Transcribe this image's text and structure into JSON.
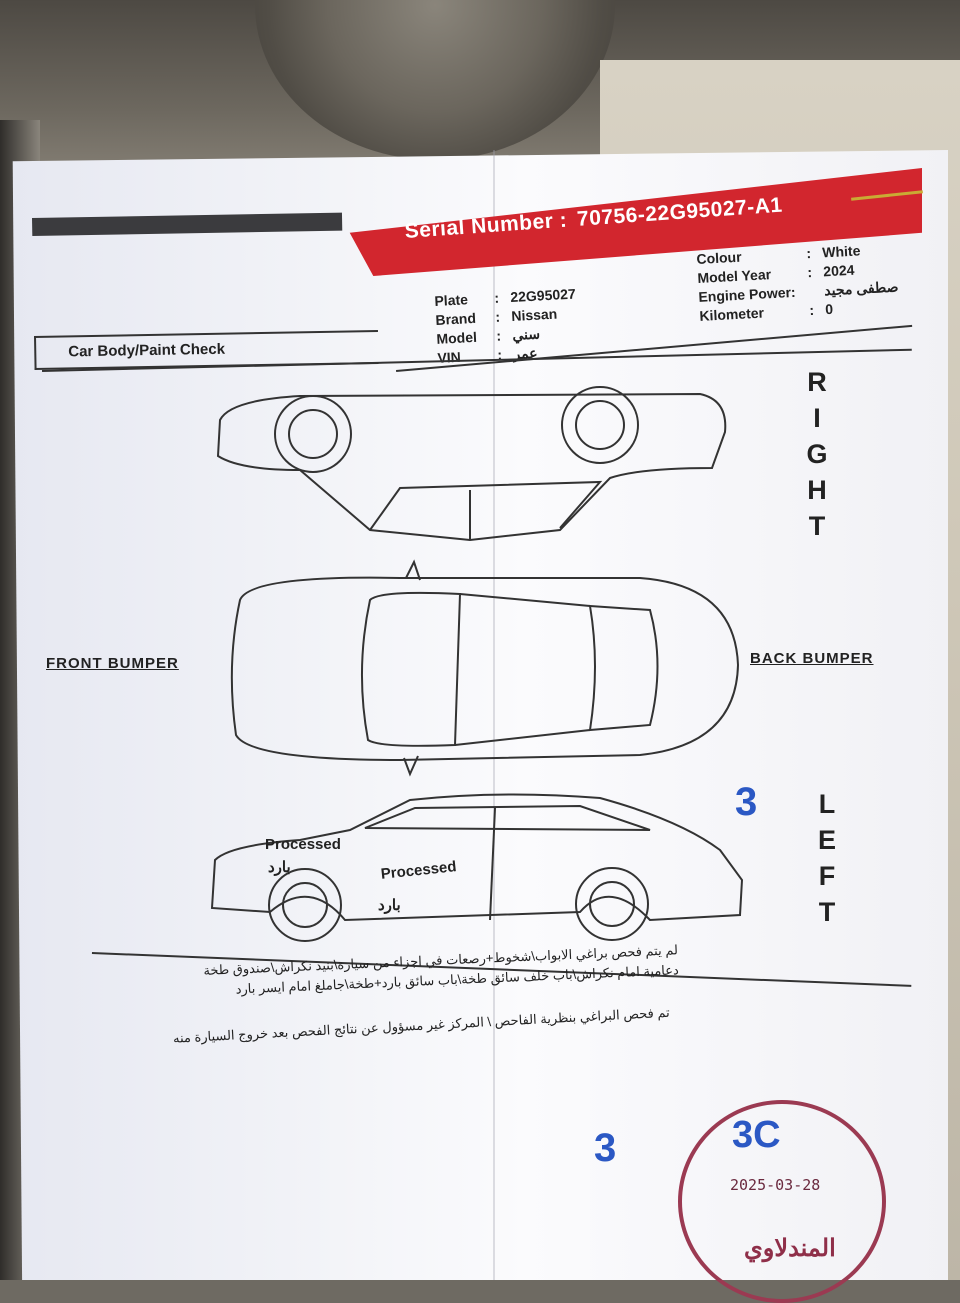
{
  "header": {
    "serial_label": "Serial Number :",
    "serial_value": "70756-22G95027-A1"
  },
  "vehicle": {
    "plate_label": "Plate",
    "plate_value": "22G95027",
    "brand_label": "Brand",
    "brand_value": "Nissan",
    "model_label": "Model",
    "model_value": "سني",
    "vin_label": "VIN",
    "vin_value": "عمر",
    "colour_label": "Colour",
    "colour_value": "White",
    "model_year_label": "Model Year",
    "model_year_value": "2024",
    "engine_label": "Engine Power:",
    "engine_value": "صطفى مجيد",
    "km_label": "Kilometer",
    "km_value": "0"
  },
  "section_title": "Car Body/Paint Check",
  "diagram": {
    "right_label": "RIGHT",
    "left_label": "LEFT",
    "front_label": "FRONT BUMPER",
    "back_label": "BACK BUMPER",
    "mark1_en": "Processed",
    "mark1_ar": "بارد",
    "mark2_en": "Processed",
    "mark2_ar": "بارد",
    "handwritten_3": "3"
  },
  "notes": {
    "line1": "لم يتم فحص براغي الابواب\\شخوط+رصعات في اجزاء من سيارة\\بنيد نكراش\\صندوق طخة",
    "line2": "دعامية امام نكراش\\باب خلف سائق طخة\\باب سائق بارد+طخة\\جاملغ امام ايسر بارد",
    "disclaimer": "تم فحص البراغي بنظرية الفاحص \\ المركز غير مسؤول عن نتائج الفحص بعد خروج السيارة منه"
  },
  "stamp": {
    "handwritten_3": "3",
    "code": "3C",
    "date": "2025-03-28",
    "name": "المندلاوي"
  },
  "colors": {
    "serial_band": "#d2262e",
    "ink_blue": "#2b58c4",
    "stamp": "#9b3a52"
  }
}
